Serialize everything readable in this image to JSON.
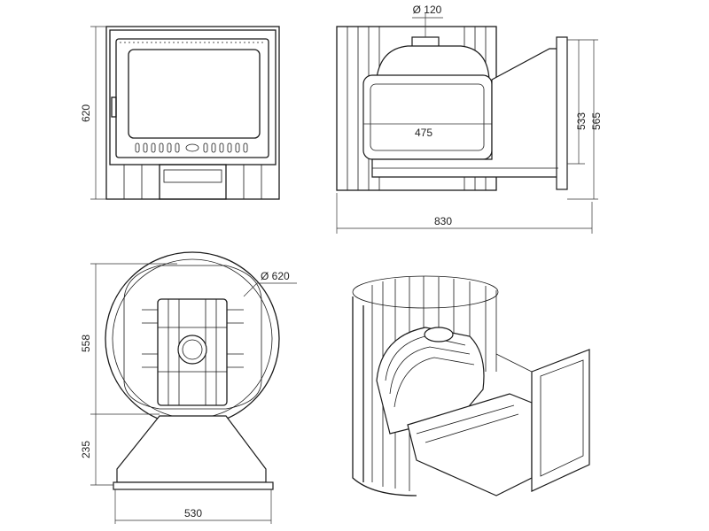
{
  "drawing": {
    "front_view": {
      "height_label": "620"
    },
    "side_view": {
      "flue_diameter_label": "Ø 120",
      "firebox_length_label": "475",
      "door_height_label": "533",
      "total_height_label": "565",
      "total_depth_label": "830"
    },
    "top_view": {
      "diameter_label": "Ø 620",
      "circle_depth_label": "558",
      "door_depth_label": "235",
      "door_width_label": "530"
    }
  }
}
